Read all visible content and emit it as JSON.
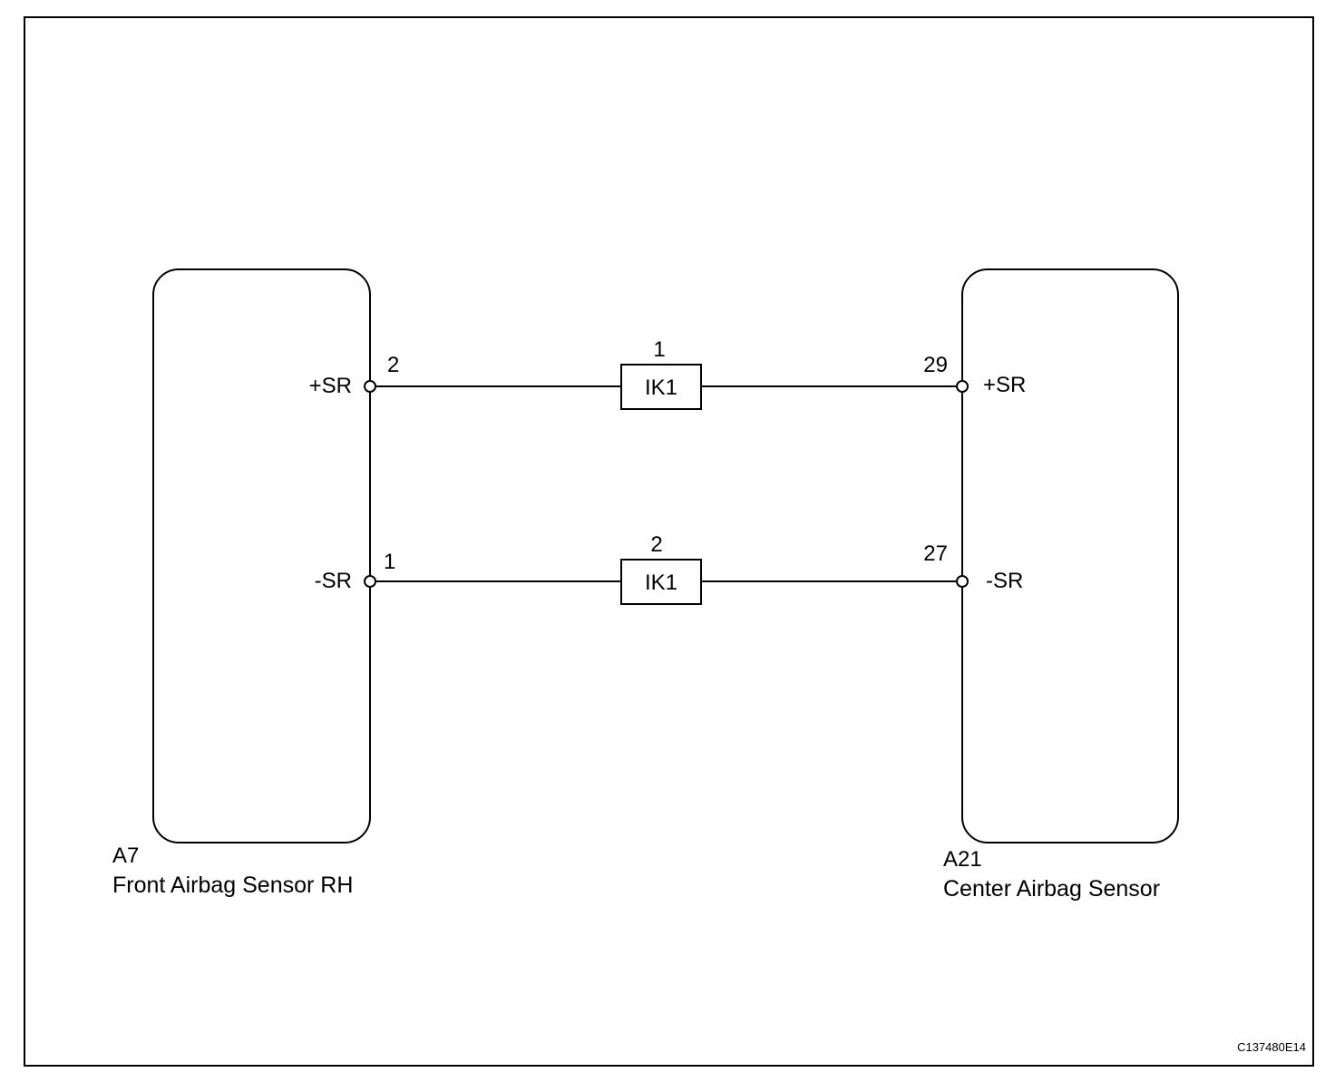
{
  "colors": {
    "line": "#000000",
    "background": "#ffffff"
  },
  "left_component": {
    "code": "A7",
    "name": "Front Airbag Sensor RH",
    "pins": [
      {
        "signal": "+SR",
        "number": "2"
      },
      {
        "signal": "-SR",
        "number": "1"
      }
    ]
  },
  "right_component": {
    "code": "A21",
    "name": "Center Airbag Sensor",
    "pins": [
      {
        "signal": "+SR",
        "number": "29"
      },
      {
        "signal": "-SR",
        "number": "27"
      }
    ]
  },
  "connectors": [
    {
      "label": "IK1",
      "pin": "1"
    },
    {
      "label": "IK1",
      "pin": "2"
    }
  ],
  "figure_id": "C137480E14"
}
